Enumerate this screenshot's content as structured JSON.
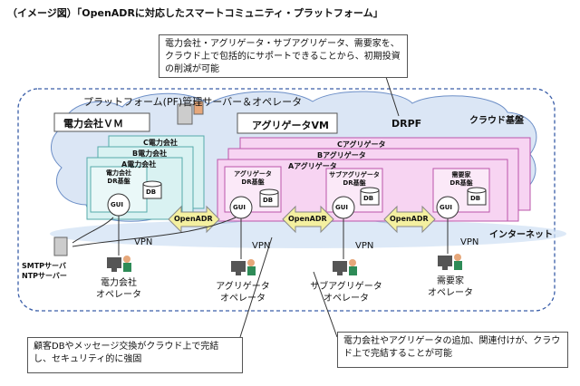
{
  "title": "（イメージ図）「OpenADRに対応したスマートコミュニティ・プラットフォーム」",
  "callout_top": "電力会社・アグリゲータ・サブアグリゲータ、需要家を、クラウド上で包括的にサポートできることから、初期投資の削減が可能",
  "platform_label": "プラットフォーム(PF)管理サーバー＆オペレータ",
  "drpf_label": "DRPF",
  "cloud_base_label": "クラウド基盤",
  "internet_label": "インターネット",
  "utility_vm_label": "電力会社ＶＭ",
  "aggregator_vm_label": "アグリゲータVM",
  "utility_stack": [
    "C電力会社",
    "B電力会社",
    "A電力会社"
  ],
  "utility_dr": "電力会社\nDR基盤",
  "aggregator_stack": [
    "Cアグリゲータ",
    "Bアグリゲータ",
    "Aアグリゲータ"
  ],
  "aggregator_dr": "アグリゲータ\nDR基盤",
  "subaggregator_dr": "サブアグリゲータ\nDR基盤",
  "consumer_dr": "需要家\nDR基盤",
  "db_label": "DB",
  "gui_label": "GUI",
  "openadr_label": "OpenADR",
  "vpn_label": "VPN",
  "smtp_label": "SMTPサーバ\nNTPサーバー",
  "operators": {
    "utility": "電力会社\nオペレータ",
    "aggregator": "アグリゲータ\nオペレータ",
    "subaggregator": "サブアグリゲータ\nオペレータ",
    "consumer": "需要家\nオペレータ"
  },
  "callout_bottom_left": "顧客DBやメッセージ交換がクラウド上で完結し、セキュリティ的に強固",
  "callout_bottom_right": "電力会社やアグリゲータの追加、関連付けが、クラウド上で完結することが可能",
  "colors": {
    "cloud_border": "#3a5ea8",
    "cloud_fill": "#dbe6f5",
    "utility_fill": "#d9f2f2",
    "aggregator_fill": "#f7d4f2",
    "openadr_arrow": "#f4f0a0"
  }
}
